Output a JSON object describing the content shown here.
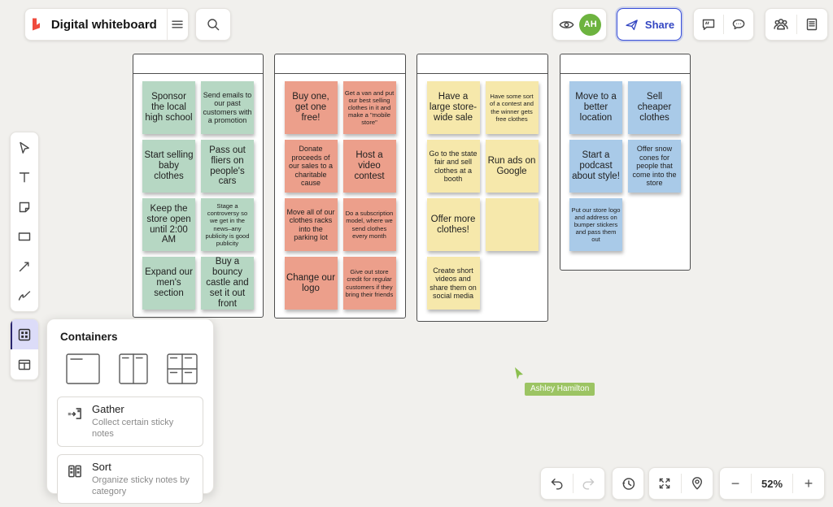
{
  "header": {
    "title": "Digital whiteboard",
    "share_label": "Share",
    "avatar_initials": "AH"
  },
  "panel": {
    "title": "Containers",
    "items": [
      {
        "label": "Gather",
        "description": "Collect certain sticky notes"
      },
      {
        "label": "Sort",
        "description": "Organize sticky notes by category"
      }
    ]
  },
  "board": {
    "columns": [
      {
        "color": "#b6d7c3",
        "notes": [
          "Sponsor the local high school",
          "Send emails to our past customers with a promotion",
          "Start selling baby clothes",
          "Pass out fliers on people's cars",
          "Keep the store open until 2:00 AM",
          "Stage a controversy so we get in the news–any publicity is good publicity",
          "Expand our men's section",
          "Buy a bouncy castle and set it out front"
        ]
      },
      {
        "color": "#ec9f8b",
        "notes": [
          "Buy one, get one free!",
          "Get a van and put our best selling clothes in it and make a \"mobile store\"",
          "Donate proceeds of our sales to a charitable cause",
          "Host a video contest",
          "Move all of our clothes racks into the parking lot",
          "Do a subscription model, where we send clothes every month",
          "Change our logo",
          "Give out store credit for regular customers if they bring their friends"
        ]
      },
      {
        "color": "#f6e8ab",
        "notes": [
          "Have a large store-wide sale",
          "Have some sort of a contest and the winner gets free clothes",
          "Go to the state fair and sell clothes at a booth",
          "Run ads on Google",
          "Offer more clothes!",
          "",
          "Create short videos and share them on social media"
        ]
      },
      {
        "color": "#a9cae8",
        "notes": [
          "Move to a better location",
          "Sell cheaper clothes",
          "Start a podcast about style!",
          "Offer snow cones for people that come into the store",
          "Put our store logo and address on bumper stickers and pass them out"
        ]
      }
    ]
  },
  "presence": {
    "cursor_name": "Ashley Hamilton"
  },
  "footer": {
    "zoom_level": "52%",
    "zoom_out_label": "−",
    "zoom_in_label": "+"
  }
}
